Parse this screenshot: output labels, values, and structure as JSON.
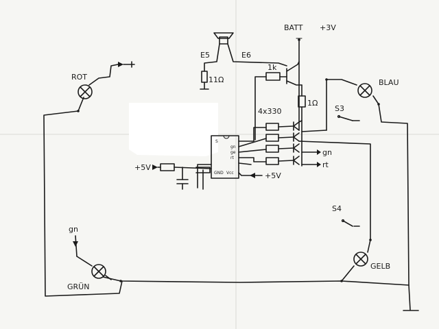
{
  "labels": {
    "batt": "BATT",
    "batt_voltage": "+3V",
    "e5": "E5",
    "e6": "E6",
    "r_11ohm": "11Ω",
    "r_1k": "1k",
    "r_1ohm": "1Ω",
    "r_4x330": "4x330",
    "rot": "ROT",
    "blau": "BLAU",
    "gruen": "GRÜN",
    "gelb": "GELB",
    "s3": "S3",
    "s4": "S4",
    "gn_top": "gn",
    "rt_top": "rt",
    "gn_left": "gn",
    "plus5v_left": "+5V",
    "plus5v_right": "+5V",
    "ic_pin_s": "S",
    "ic_pin_gn": "gn",
    "ic_pin_ge": "ge",
    "ic_pin_rt": "rt",
    "ic_pin_gnd": "GND",
    "ic_pin_vcc": "Vcc"
  },
  "colors": {
    "ink": "#1a1a1a",
    "paper": "#f6f6f3",
    "blank_patch": "#ffffff"
  }
}
